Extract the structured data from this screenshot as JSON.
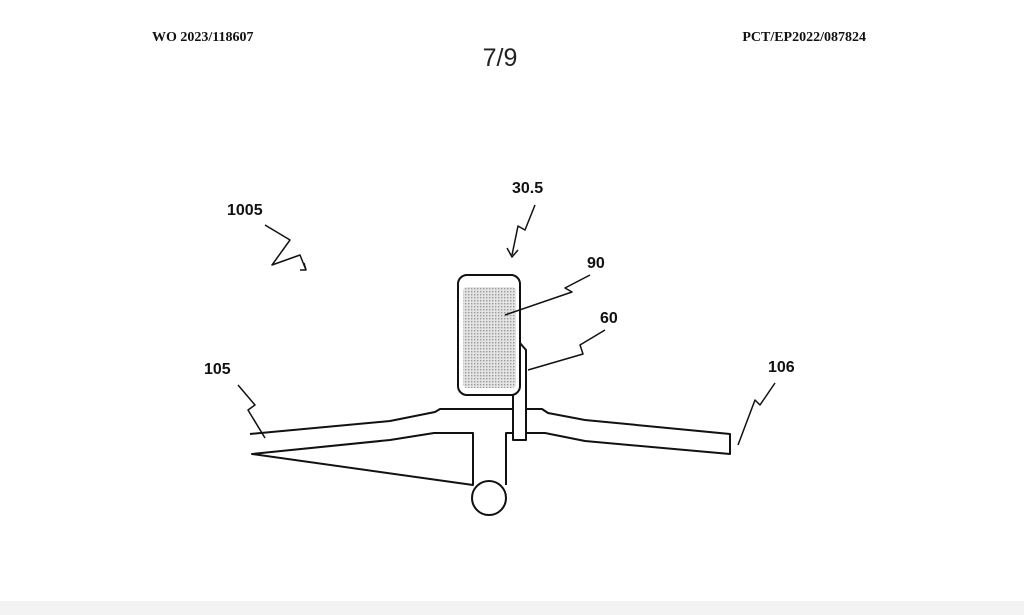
{
  "header": {
    "publication_number": "WO 2023/118607",
    "application_number": "PCT/EP2022/087824",
    "sheet": "7/9"
  },
  "figure": {
    "reference_labels": {
      "assembly": "1005",
      "device": "30.5",
      "display": "90",
      "mount": "60",
      "left_bar": "105",
      "right_bar": "106"
    },
    "colors": {
      "line": "#111111",
      "shading": "#c8c8c8"
    }
  }
}
